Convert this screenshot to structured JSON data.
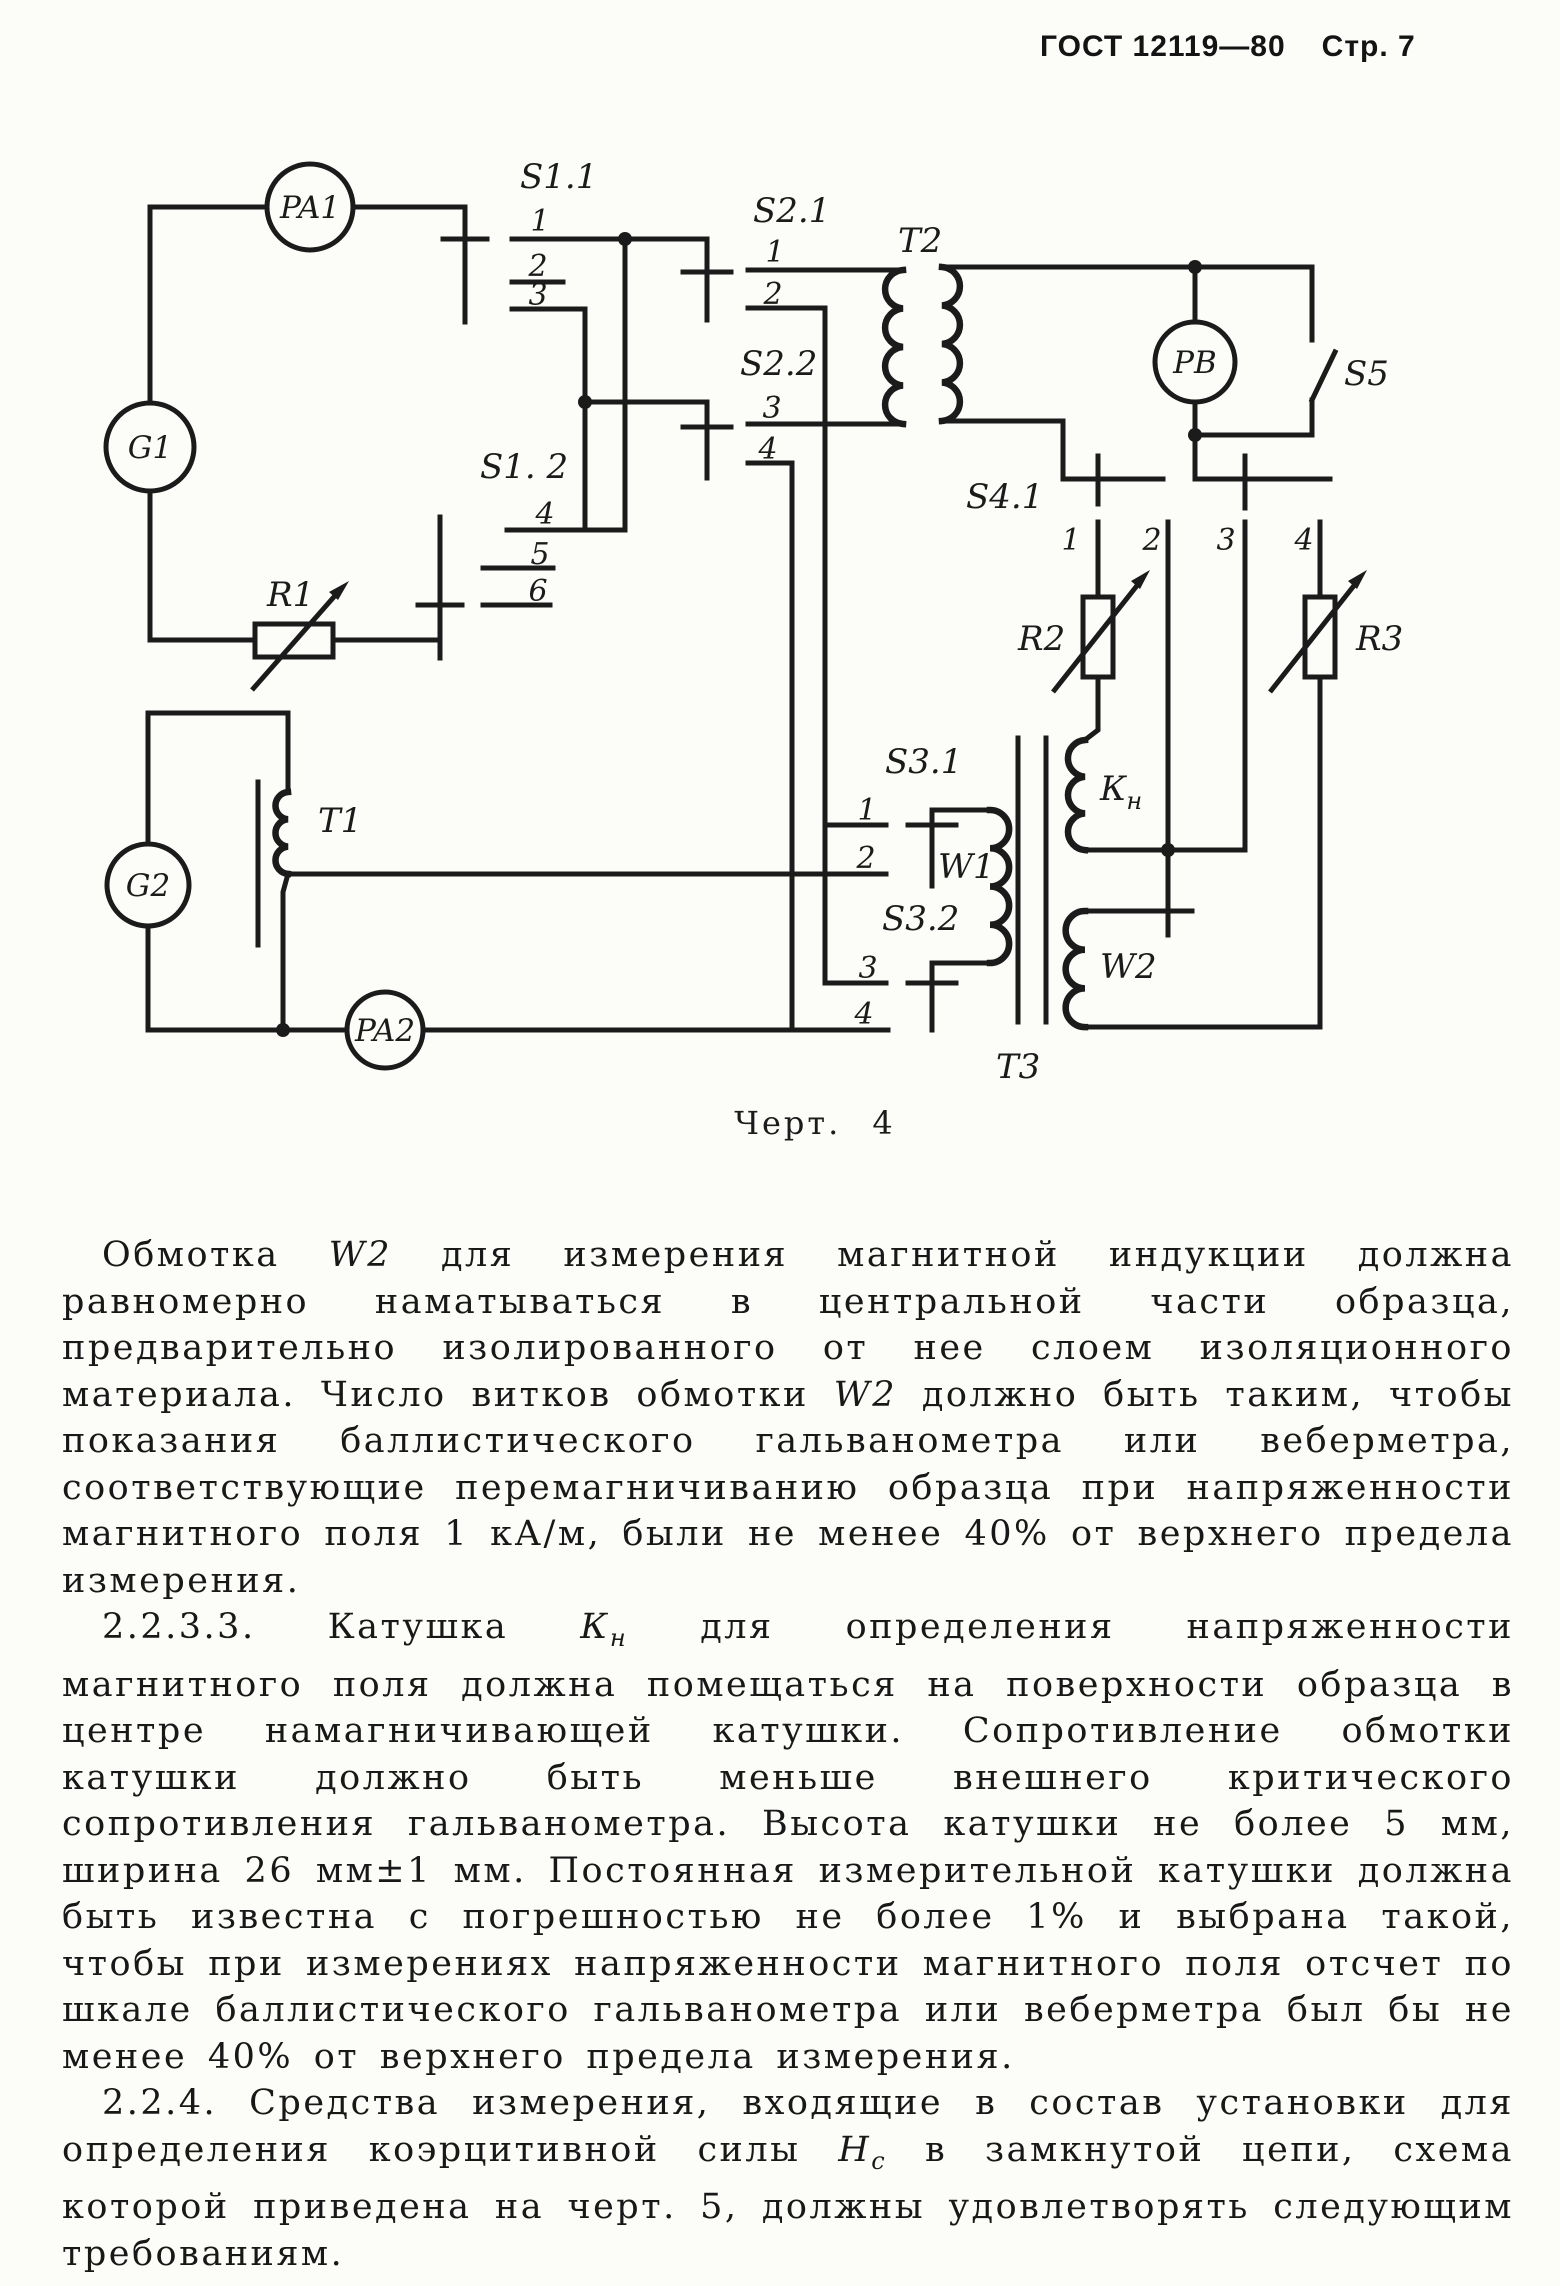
{
  "header": {
    "gost": "ГОСТ 12119—80",
    "page": "Стр. 7"
  },
  "figure": {
    "caption": "Черт. 4",
    "devices": {
      "pa1": "PA1",
      "g1": "G1",
      "g2": "G2",
      "pa2": "PA2",
      "pb": "PB"
    },
    "labels": {
      "r1": "R1",
      "r2": "R2",
      "r3": "R3",
      "t1": "T1",
      "t2": "T2",
      "t3": "T3",
      "w1": "W1",
      "w2": "W2",
      "s5": "S5",
      "kn_main": "К",
      "kn_sub": "н"
    },
    "switches": {
      "s1_1": "S1.1",
      "s1_2": "S1. 2",
      "s2_1": "S2.1",
      "s2_2": "S2.2",
      "s3_1": "S3.1",
      "s3_2": "S3.2",
      "s4_1": "S4.1"
    },
    "contacts": {
      "s1_1": [
        "1",
        "2",
        "3"
      ],
      "s1_2": [
        "4",
        "5",
        "6"
      ],
      "s2_1": [
        "1",
        "2"
      ],
      "s2_2": [
        "3",
        "4"
      ],
      "s3_1": [
        "1",
        "2"
      ],
      "s3_2": [
        "3",
        "4"
      ],
      "s4_1": [
        "1",
        "2",
        "3",
        "4"
      ]
    }
  },
  "text": {
    "p1": [
      "Обмотка ",
      "W2",
      " для измерения магнитной индукции должна равномерно наматываться в центральной части образца, предварительно изолированного от нее слоем изоляционного материала. Число витков обмотки ",
      "W2",
      " должно быть таким, чтобы показания баллистического гальванометра или веберметра, соответствующие перемагничиванию образца при напряженности магнитного поля 1 кА/м, были не менее 40% от верхнего предела измерения."
    ],
    "p2": [
      "2.2.3.3. Катушка ",
      "К",
      "н",
      " для определения напряженности магнитного поля должна помещаться на поверхности образца в центре намагничивающей катушки. Сопротивление обмотки катушки должно быть меньше внешнего критического сопротивления гальванометра. Высота катушки не более 5 мм, ширина 26 мм±1 мм. Постоянная измерительной катушки должна быть известна с погрешностью не более 1% и выбрана такой, чтобы при измерениях напряженности магнитного поля отсчет по шкале баллистического гальванометра или веберметра был бы не менее 40% от верхнего предела измерения."
    ],
    "p3": [
      "2.2.4. Средства измерения, входящие в состав установки для определения коэрцитивной силы ",
      "Н",
      "с",
      " в замкнутой цепи, схема которой приведена на черт. 5, должны удовлетворять следующим требованиям."
    ]
  }
}
